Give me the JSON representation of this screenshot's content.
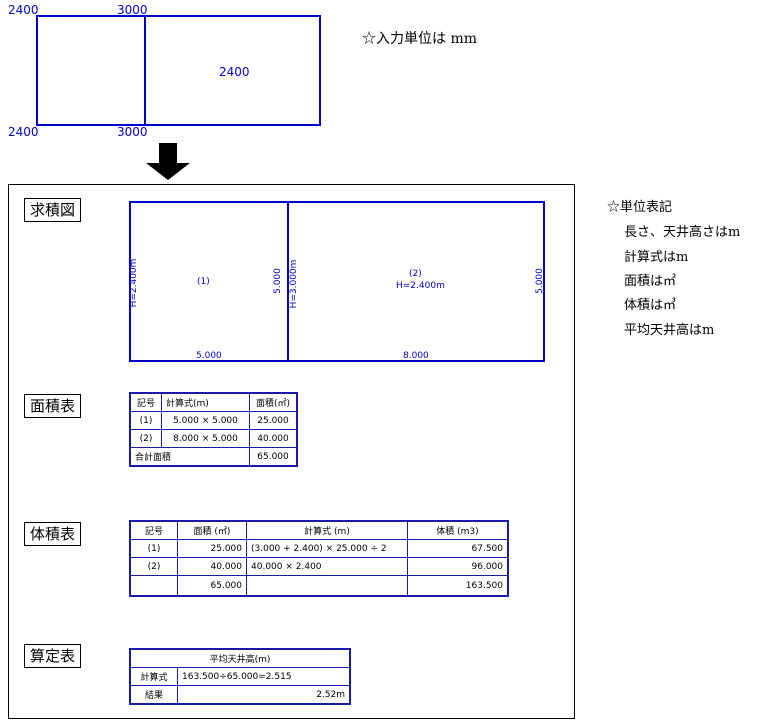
{
  "input_figure": {
    "top_left": "2400",
    "top_mid": "3000",
    "bottom_left": "2400",
    "bottom_mid": "3000",
    "center": "2400"
  },
  "input_unit_note": "☆入力単位は mm",
  "section_labels": {
    "kyuseki_zu": "求積図",
    "menseki_hyo": "面積表",
    "taiseki_hyo": "体積表",
    "santei_hyo": "算定表"
  },
  "diagram": {
    "left_h": "H=2.400m",
    "left_room": "(1)",
    "mid_dim": "5.000",
    "mid_h": "H=3.000m",
    "right_room": "(2)",
    "right_h": "H=2.400m",
    "right_dim": "5.000",
    "bottom_left": "5.000",
    "bottom_right": "8.000"
  },
  "area_table": {
    "headers": [
      "記号",
      "計算式(m)",
      "面積(㎡)"
    ],
    "rows": [
      [
        "(1)",
        "5.000 × 5.000",
        "25.000"
      ],
      [
        "(2)",
        "8.000 × 5.000",
        "40.000"
      ]
    ],
    "total_label": "合計面積",
    "total_value": "65.000"
  },
  "volume_table": {
    "headers": [
      "記号",
      "面積 (㎡)",
      "計算式 (m)",
      "体積 (m3)"
    ],
    "rows": [
      [
        "(1)",
        "25.000",
        "(3.000 + 2.400) × 25.000 ÷ 2",
        "67.500"
      ],
      [
        "(2)",
        "40.000",
        "40.000 × 2.400",
        "96.000"
      ],
      [
        "",
        "65.000",
        "",
        "163.500"
      ]
    ]
  },
  "calc_table": {
    "header": "平均天井高(m)",
    "formula_label": "計算式",
    "formula": "163.500÷65.000=2.515",
    "result_label": "結果",
    "result": "2.52m"
  },
  "unit_notes": {
    "title": "☆単位表記",
    "lines": [
      "長さ、天井高さはm",
      "計算式はm",
      "面積は㎡",
      "体積は㎥",
      "平均天井高はm"
    ]
  },
  "colors": {
    "line_blue": "#0000cc",
    "table_blue": "#1a1aa8"
  }
}
